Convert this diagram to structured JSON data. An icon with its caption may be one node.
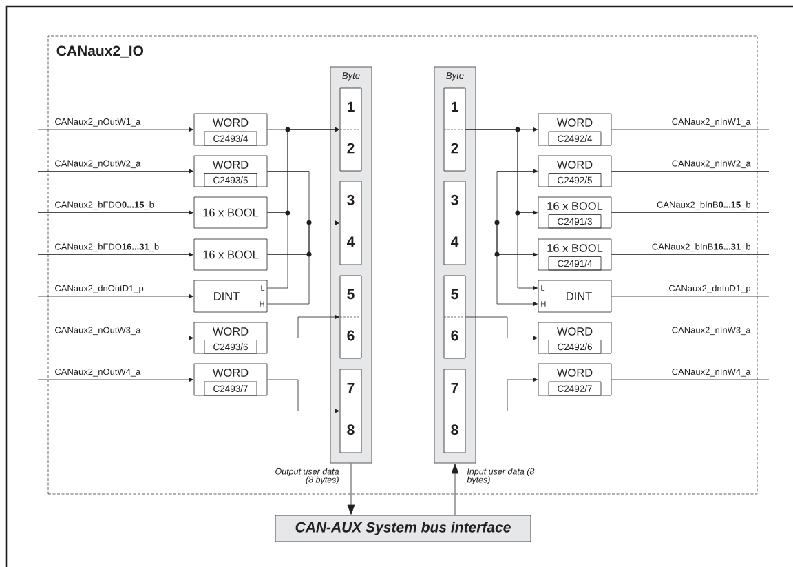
{
  "diagram": {
    "nodes": [
      {
        "text": [
          "CANaux2_IO"
        ]
      },
      {
        "text": [
          "WORD"
        ],
        "in": 0
      },
      {
        "text": [
          "C2493/4"
        ],
        "in": 1
      },
      {
        "text": [
          "WORD"
        ],
        "in": 0
      },
      {
        "text": [
          "C2493/5"
        ],
        "in": 3
      },
      {
        "text": [
          "16 x BOOL"
        ],
        "in": 0
      },
      {
        "text": [
          "16 x BOOL"
        ],
        "in": 0
      },
      {
        "text": [
          "DINT",
          "L",
          "H"
        ],
        "in": 0
      },
      {
        "text": [
          "WORD"
        ],
        "in": 0
      },
      {
        "text": [
          "C2493/6"
        ],
        "in": 8
      },
      {
        "text": [
          "WORD"
        ],
        "in": 0
      },
      {
        "text": [
          "C2493/7"
        ],
        "in": 10
      },
      {
        "text": [
          "Byte"
        ],
        "in": 0
      },
      {
        "text": [
          "1",
          "2"
        ],
        "in": 12
      },
      {
        "text": [
          "3",
          "4"
        ],
        "in": 12
      },
      {
        "text": [
          "5",
          "6"
        ],
        "in": 12
      },
      {
        "text": [
          "7",
          "8"
        ],
        "in": 12
      },
      {
        "text": [
          "Byte"
        ],
        "in": 0
      },
      {
        "text": [
          "1",
          "2"
        ],
        "in": 17
      },
      {
        "text": [
          "3",
          "4"
        ],
        "in": 17
      },
      {
        "text": [
          "5",
          "6"
        ],
        "in": 17
      },
      {
        "text": [
          "7",
          "8"
        ],
        "in": 17
      },
      {
        "text": [
          "WORD"
        ],
        "in": 0
      },
      {
        "text": [
          "C2492/4"
        ],
        "in": 22
      },
      {
        "text": [
          "WORD"
        ],
        "in": 0
      },
      {
        "text": [
          "C2492/5"
        ],
        "in": 24
      },
      {
        "text": [
          "16 x BOOL"
        ],
        "in": 0
      },
      {
        "text": [
          "C2491/3"
        ],
        "in": 26
      },
      {
        "text": [
          "16 x BOOL"
        ],
        "in": 0
      },
      {
        "text": [
          "C2491/4"
        ],
        "in": 28
      },
      {
        "text": [
          "DINT",
          "L",
          "H"
        ],
        "in": 0
      },
      {
        "text": [
          "WORD"
        ],
        "in": 0
      },
      {
        "text": [
          "C2492/6"
        ],
        "in": 31
      },
      {
        "text": [
          "WORD"
        ],
        "in": 0
      },
      {
        "text": [
          "C2492/7"
        ],
        "in": 33
      },
      {
        "text": [
          "CAN-AUX System bus interface"
        ]
      }
    ],
    "edges": [
      {
        "from": null,
        "to": 1,
        "arrow": "to",
        "label": "CANaux2_nOutW1_a"
      },
      {
        "from": null,
        "to": 3,
        "arrow": "to",
        "label": "CANaux2_nOutW2_a"
      },
      {
        "from": null,
        "to": 5,
        "arrow": "to",
        "label": "CANaux2_bFDO**0...15**_b"
      },
      {
        "from": null,
        "to": 6,
        "arrow": "to",
        "label": "CANaux2_bFDO**16...31**_b"
      },
      {
        "from": null,
        "to": 7,
        "arrow": "to",
        "label": "CANaux2_dnOutD1_p"
      },
      {
        "from": null,
        "to": 8,
        "arrow": "to",
        "label": "CANaux2_nOutW3_a"
      },
      {
        "from": null,
        "to": 10,
        "arrow": "to",
        "label": "CANaux2_nOutW4_a"
      },
      {
        "from": 1,
        "to": 13,
        "arrow": "to"
      },
      {
        "from": 5,
        "to": 13,
        "arrow": "to"
      },
      {
        "from": 7,
        "to": 13,
        "arrow": "to"
      },
      {
        "from": 3,
        "to": 14,
        "arrow": "to"
      },
      {
        "from": 6,
        "to": 14,
        "arrow": "to"
      },
      {
        "from": 7,
        "to": 14,
        "arrow": "to"
      },
      {
        "from": 8,
        "to": 15,
        "arrow": "to"
      },
      {
        "from": 10,
        "to": 16,
        "arrow": "to"
      },
      {
        "from": 18,
        "to": 22,
        "arrow": "to"
      },
      {
        "from": 18,
        "to": 26,
        "arrow": "to"
      },
      {
        "from": 18,
        "to": 30,
        "arrow": "to"
      },
      {
        "from": 19,
        "to": 24,
        "arrow": "to"
      },
      {
        "from": 19,
        "to": 28,
        "arrow": "to"
      },
      {
        "from": 19,
        "to": 30,
        "arrow": "to"
      },
      {
        "from": 20,
        "to": 31,
        "arrow": "to"
      },
      {
        "from": 21,
        "to": 33,
        "arrow": "to"
      },
      {
        "from": 22,
        "to": null,
        "arrow": "none",
        "label": "CANaux2_nInW1_a"
      },
      {
        "from": 24,
        "to": null,
        "arrow": "none",
        "label": "CANaux2_nInW2_a"
      },
      {
        "from": 26,
        "to": null,
        "arrow": "none",
        "label": "CANaux2_bInB**0...15**_b"
      },
      {
        "from": 28,
        "to": null,
        "arrow": "none",
        "label": "CANaux2_bInB**16...31**_b"
      },
      {
        "from": 30,
        "to": null,
        "arrow": "none",
        "label": "CANaux2_dnInD1_p"
      },
      {
        "from": 31,
        "to": null,
        "arrow": "none",
        "label": "CANaux2_nInW3_a"
      },
      {
        "from": 33,
        "to": null,
        "arrow": "none",
        "label": "CANaux2_nInW4_a"
      },
      {
        "from": 12,
        "to": 35,
        "arrow": "to",
        "label": "Output user data (8 bytes)"
      },
      {
        "from": 35,
        "to": 17,
        "arrow": "to",
        "label": "Input user data (8 bytes)"
      }
    ]
  }
}
